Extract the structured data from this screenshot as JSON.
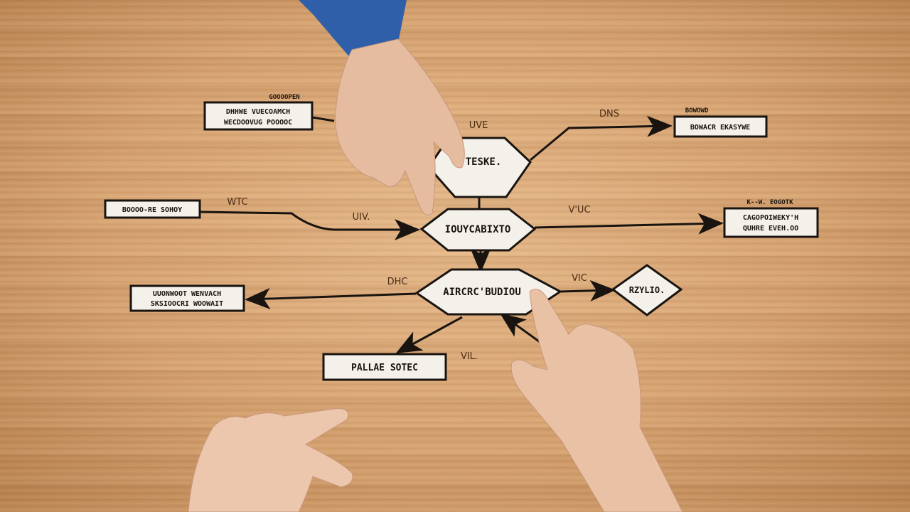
{
  "scene": {
    "description_colors": {
      "wood": "#d6a271",
      "paper": "#f4f1ea",
      "ink": "#1a1410",
      "sleeve": "#2f5fa8",
      "skin": "#e8bfa4"
    }
  },
  "diagram": {
    "nodes": {
      "top_hexagon": "TESKE.",
      "middle_hexagon": "IOUYCABIXTO",
      "lower_hexagon": "AIRCRC'BUDIOU",
      "diamond": "RZYLIO."
    },
    "boxes": {
      "top_left": {
        "caption": "GOOOOPEN",
        "line1": "DHHWE  VUECOAMCH",
        "line2": "WECDOOVUG  POOOOC"
      },
      "left": {
        "line1": "BOOOO-RE  SOHOY"
      },
      "lower_left": {
        "line1": "UUONWOOT  WENVACH",
        "line2": "SKSIOOCRI  WOOWAIT"
      },
      "bottom": {
        "line1": "PALLAE  SOTEC"
      },
      "top_right": {
        "caption": "BOWOWD",
        "line1": "BOWACR EKASYWE"
      },
      "right": {
        "caption": "K--W.    EOGOTK",
        "line1": "CAGOPOIWEKY'H",
        "line2": "QUHRE   EVEH.OO"
      }
    },
    "edge_labels": {
      "top": "UVE",
      "top_right": "DNS",
      "left_upper": "WTC",
      "left_lower": "UIV.",
      "right_middle": "V'UC",
      "lower_left": "DHC",
      "diamond": "VIC",
      "bottom": "VIL."
    }
  }
}
